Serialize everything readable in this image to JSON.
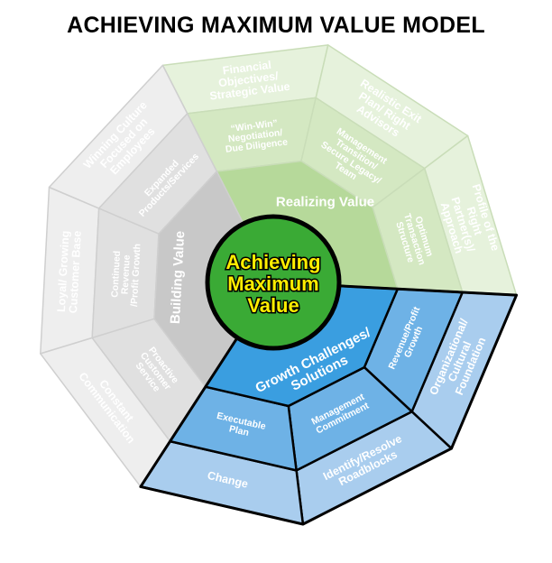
{
  "title": "ACHIEVING MAXIMUM VALUE MODEL",
  "center": {
    "lines": [
      "Achieving",
      "Maximum",
      "Value"
    ]
  },
  "colors": {
    "center_fill": "#3aaa35",
    "center_text": "#ffee00",
    "green_outer": "#e6f2dc",
    "green_mid": "#d4e8c2",
    "green_inner": "#b6d99a",
    "gray_outer": "#eeeeee",
    "gray_mid": "#e0e0e0",
    "gray_inner": "#c8c8c8",
    "blue_outer": "#a9cdee",
    "blue_mid": "#6eb2e6",
    "blue_inner": "#3a9ee0"
  },
  "sections": {
    "realizing": {
      "inner": "Realizing Value",
      "middle": [
        "“Win-Win” Negotiation/ Due Diligence",
        "Management Transition/ Secure Legacy/ Team",
        "Optimum Transaction Structure"
      ],
      "outer": [
        "Financial Objectives/ Strategic Value",
        "Realistic Exit Plan/ Right Advisors",
        "Profile of the Right Partner(s)/ Approach"
      ]
    },
    "building": {
      "inner": "Building Value",
      "middle": [
        "Expanded Products/Services",
        "Continued Revenue /Profit Growth",
        "Proactive Customer Service"
      ],
      "outer": [
        "Winning Culture Focused on Employees",
        "Loyal/ Growing Customer Base",
        "Constant Communication"
      ]
    },
    "growth": {
      "inner": "Growth Challenges/ Solutions",
      "middle": [
        "Revenue/Profit Growth",
        "Management Commitment",
        "Executable Plan"
      ],
      "outer": [
        "Organizational/ Cultural Foundation",
        "Identify/Resolve Roadblocks",
        "Change"
      ]
    }
  }
}
